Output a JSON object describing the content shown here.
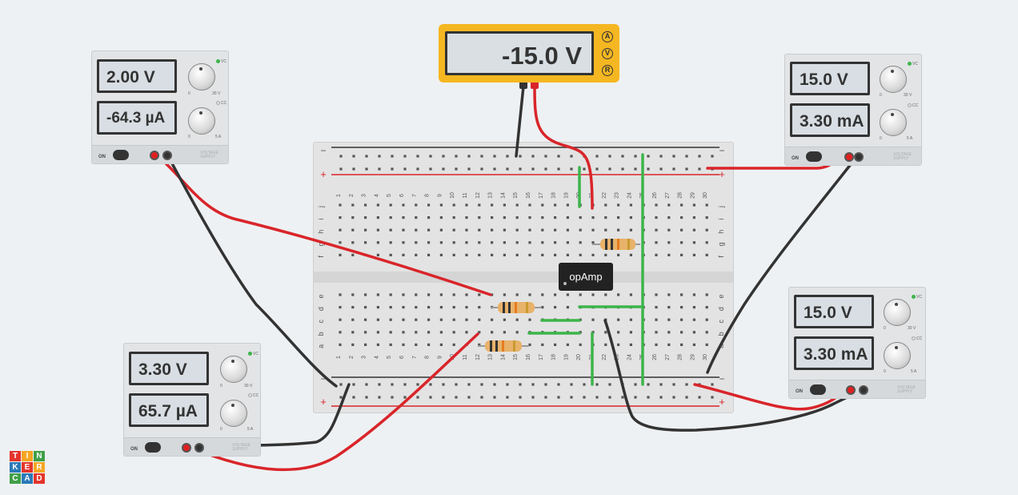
{
  "multimeter": {
    "reading": "-15.0 V",
    "modes": [
      "A",
      "V",
      "R"
    ]
  },
  "supplies": {
    "left_top": {
      "voltage": "2.00 V",
      "current": "-64.3 µA"
    },
    "left_bottom": {
      "voltage": "3.30 V",
      "current": "65.7 µA"
    },
    "right_top": {
      "voltage": "15.0 V",
      "current": "3.30 mA"
    },
    "right_bottom": {
      "voltage": "15.0 V",
      "current": "3.30 mA"
    },
    "on_label": "ON",
    "brand_label": [
      "VOLTAGE",
      "SUPPLY"
    ],
    "scale_labels": {
      "zero": "0",
      "v_max": "30 V",
      "a_max": "5 A",
      "vc": "VC",
      "cc": "CC"
    }
  },
  "chip": {
    "label": "opAmp"
  },
  "breadboard": {
    "columns": [
      "1",
      "2",
      "3",
      "4",
      "5",
      "6",
      "7",
      "8",
      "9",
      "10",
      "11",
      "12",
      "13",
      "14",
      "15",
      "16",
      "17",
      "18",
      "19",
      "20",
      "21",
      "22",
      "23",
      "24",
      "25",
      "26",
      "27",
      "28",
      "29",
      "30"
    ],
    "rows_top": [
      "j",
      "i",
      "h",
      "g",
      "f"
    ],
    "rows_bottom": [
      "e",
      "d",
      "c",
      "b",
      "a"
    ],
    "rail_minus": "−",
    "rail_plus": "+"
  },
  "logo_letters": [
    "T",
    "I",
    "N",
    "K",
    "E",
    "R",
    "C",
    "A",
    "D"
  ],
  "colors": {
    "wire_red": "#d9252a",
    "wire_black": "#333333",
    "jumper_green": "#3cb54a",
    "meter_yellow": "#f5b721",
    "logo": [
      "#e4352b",
      "#f5a623",
      "#3fa047",
      "#2a7ab8",
      "#e4352b",
      "#f5a623",
      "#3fa047",
      "#2a7ab8",
      "#e4352b"
    ]
  }
}
